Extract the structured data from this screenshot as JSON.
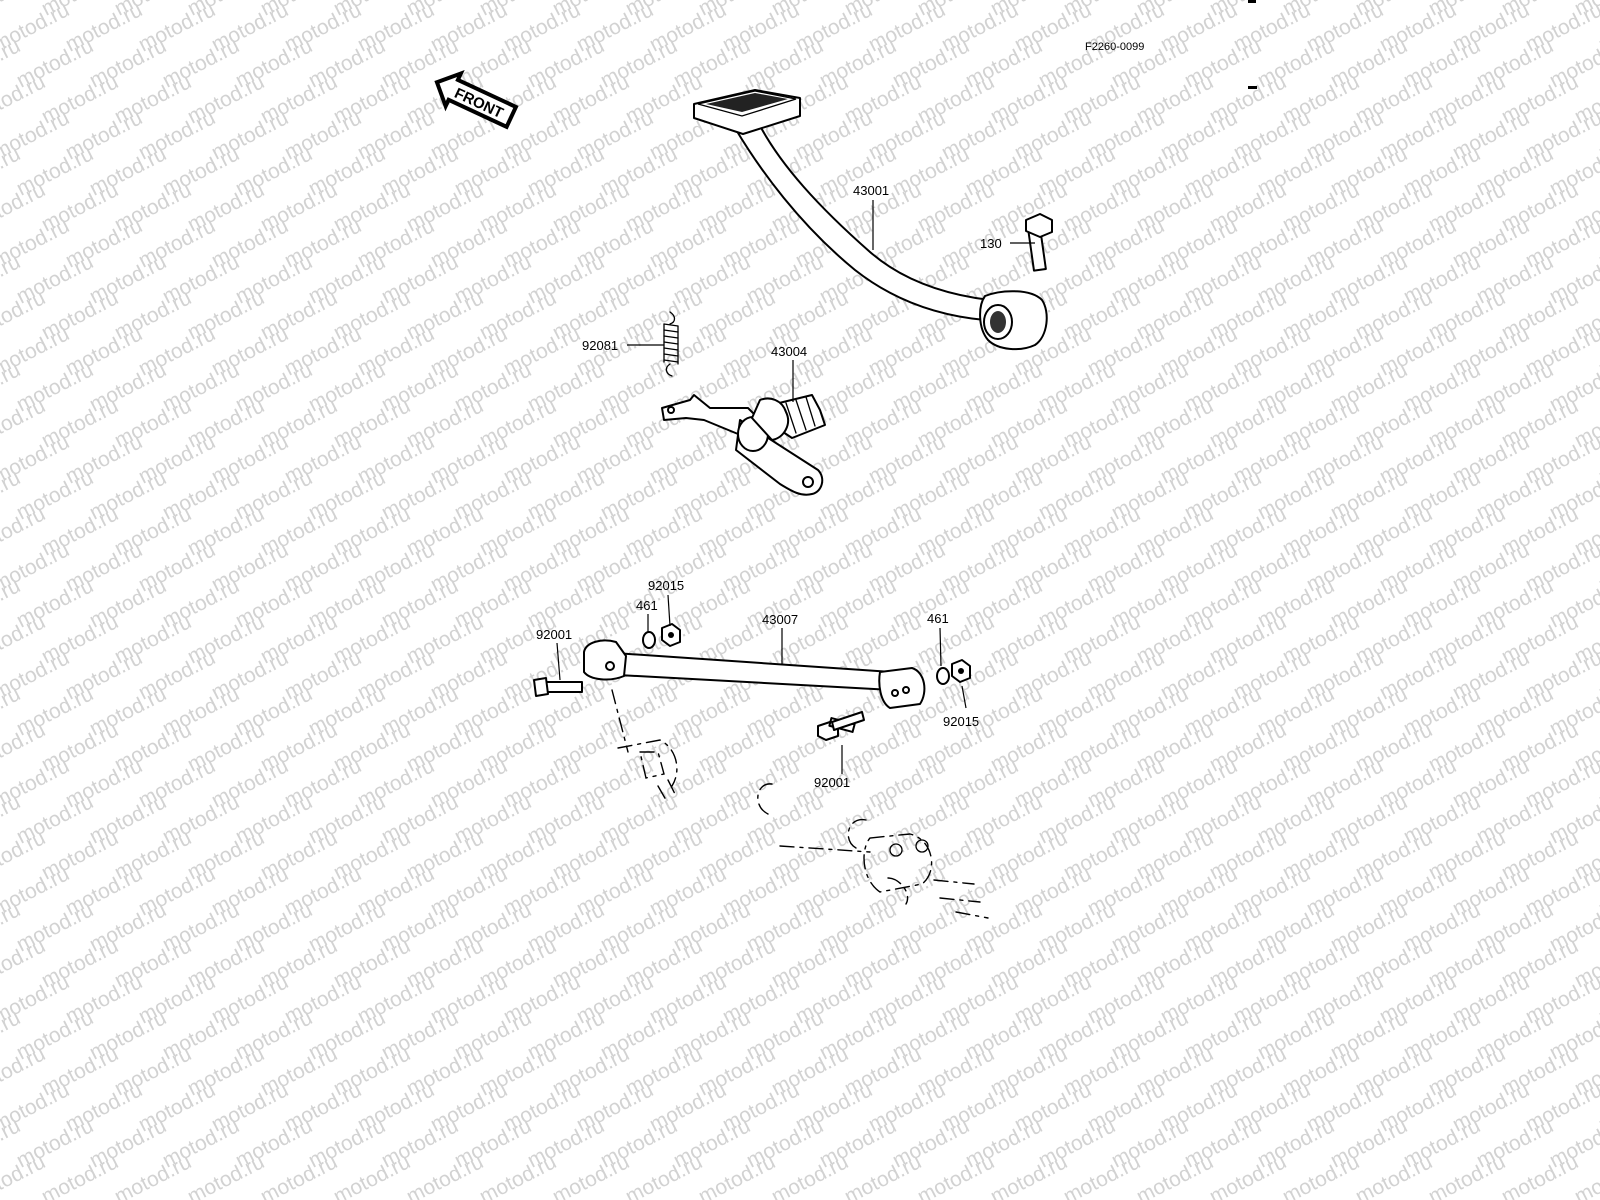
{
  "watermark": "motod.ru",
  "diagram_code": "F2260-0099",
  "front_label": "FRONT",
  "parts": [
    {
      "id": "brake-pedal",
      "number": "43001"
    },
    {
      "id": "bolt-130",
      "number": "130"
    },
    {
      "id": "spring",
      "number": "92081"
    },
    {
      "id": "brake-shaft",
      "number": "43004"
    },
    {
      "id": "nut-left",
      "number": "92015"
    },
    {
      "id": "washer-left",
      "number": "461"
    },
    {
      "id": "bolt-left",
      "number": "92001"
    },
    {
      "id": "brake-rod",
      "number": "43007"
    },
    {
      "id": "washer-right",
      "number": "461"
    },
    {
      "id": "nut-right",
      "number": "92015"
    },
    {
      "id": "bolt-lower",
      "number": "92001"
    }
  ]
}
